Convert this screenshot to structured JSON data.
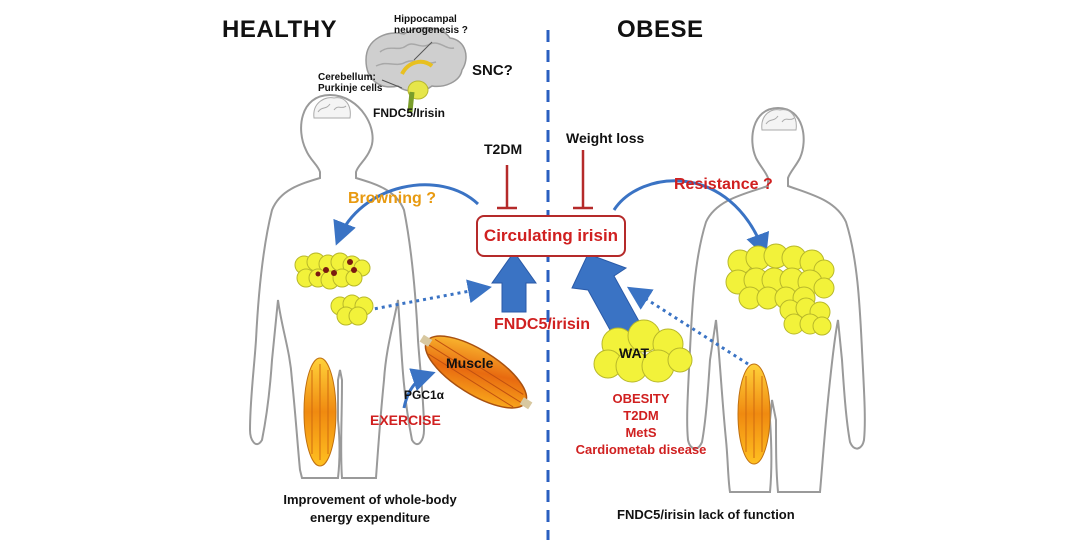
{
  "headers": {
    "healthy": "HEALTHY",
    "obese": "OBESE"
  },
  "brain": {
    "hippocampal": [
      "Hippocampal",
      "neurogenesis ?"
    ],
    "cerebellum": [
      "Cerebellum:",
      "Purkinje cells"
    ],
    "snc": "SNC?",
    "fndc5": "FNDC5/Irisin"
  },
  "center": {
    "t2dm": "T2DM",
    "weight_loss": "Weight loss",
    "circulating": "Circulating irisin",
    "fndc5": "FNDC5/irisin"
  },
  "healthy": {
    "browning": "Browning ?",
    "muscle": "Muscle",
    "pgc1a": "PGC1α",
    "exercise": "EXERCISE",
    "caption": [
      "Improvement of whole-body",
      "energy expenditure"
    ]
  },
  "obese": {
    "resistance": "Resistance ?",
    "wat": "WAT",
    "conditions": [
      "OBESITY",
      "T2DM",
      "MetS",
      "Cardiometab  disease"
    ],
    "caption": "FNDC5/irisin lack of function"
  },
  "colors": {
    "red": "#d02020",
    "orange": "#e89a10",
    "blue_arrow": "#3a73c4",
    "fat_yellow": "#f2f23a",
    "divider": "#2a5fc0"
  }
}
